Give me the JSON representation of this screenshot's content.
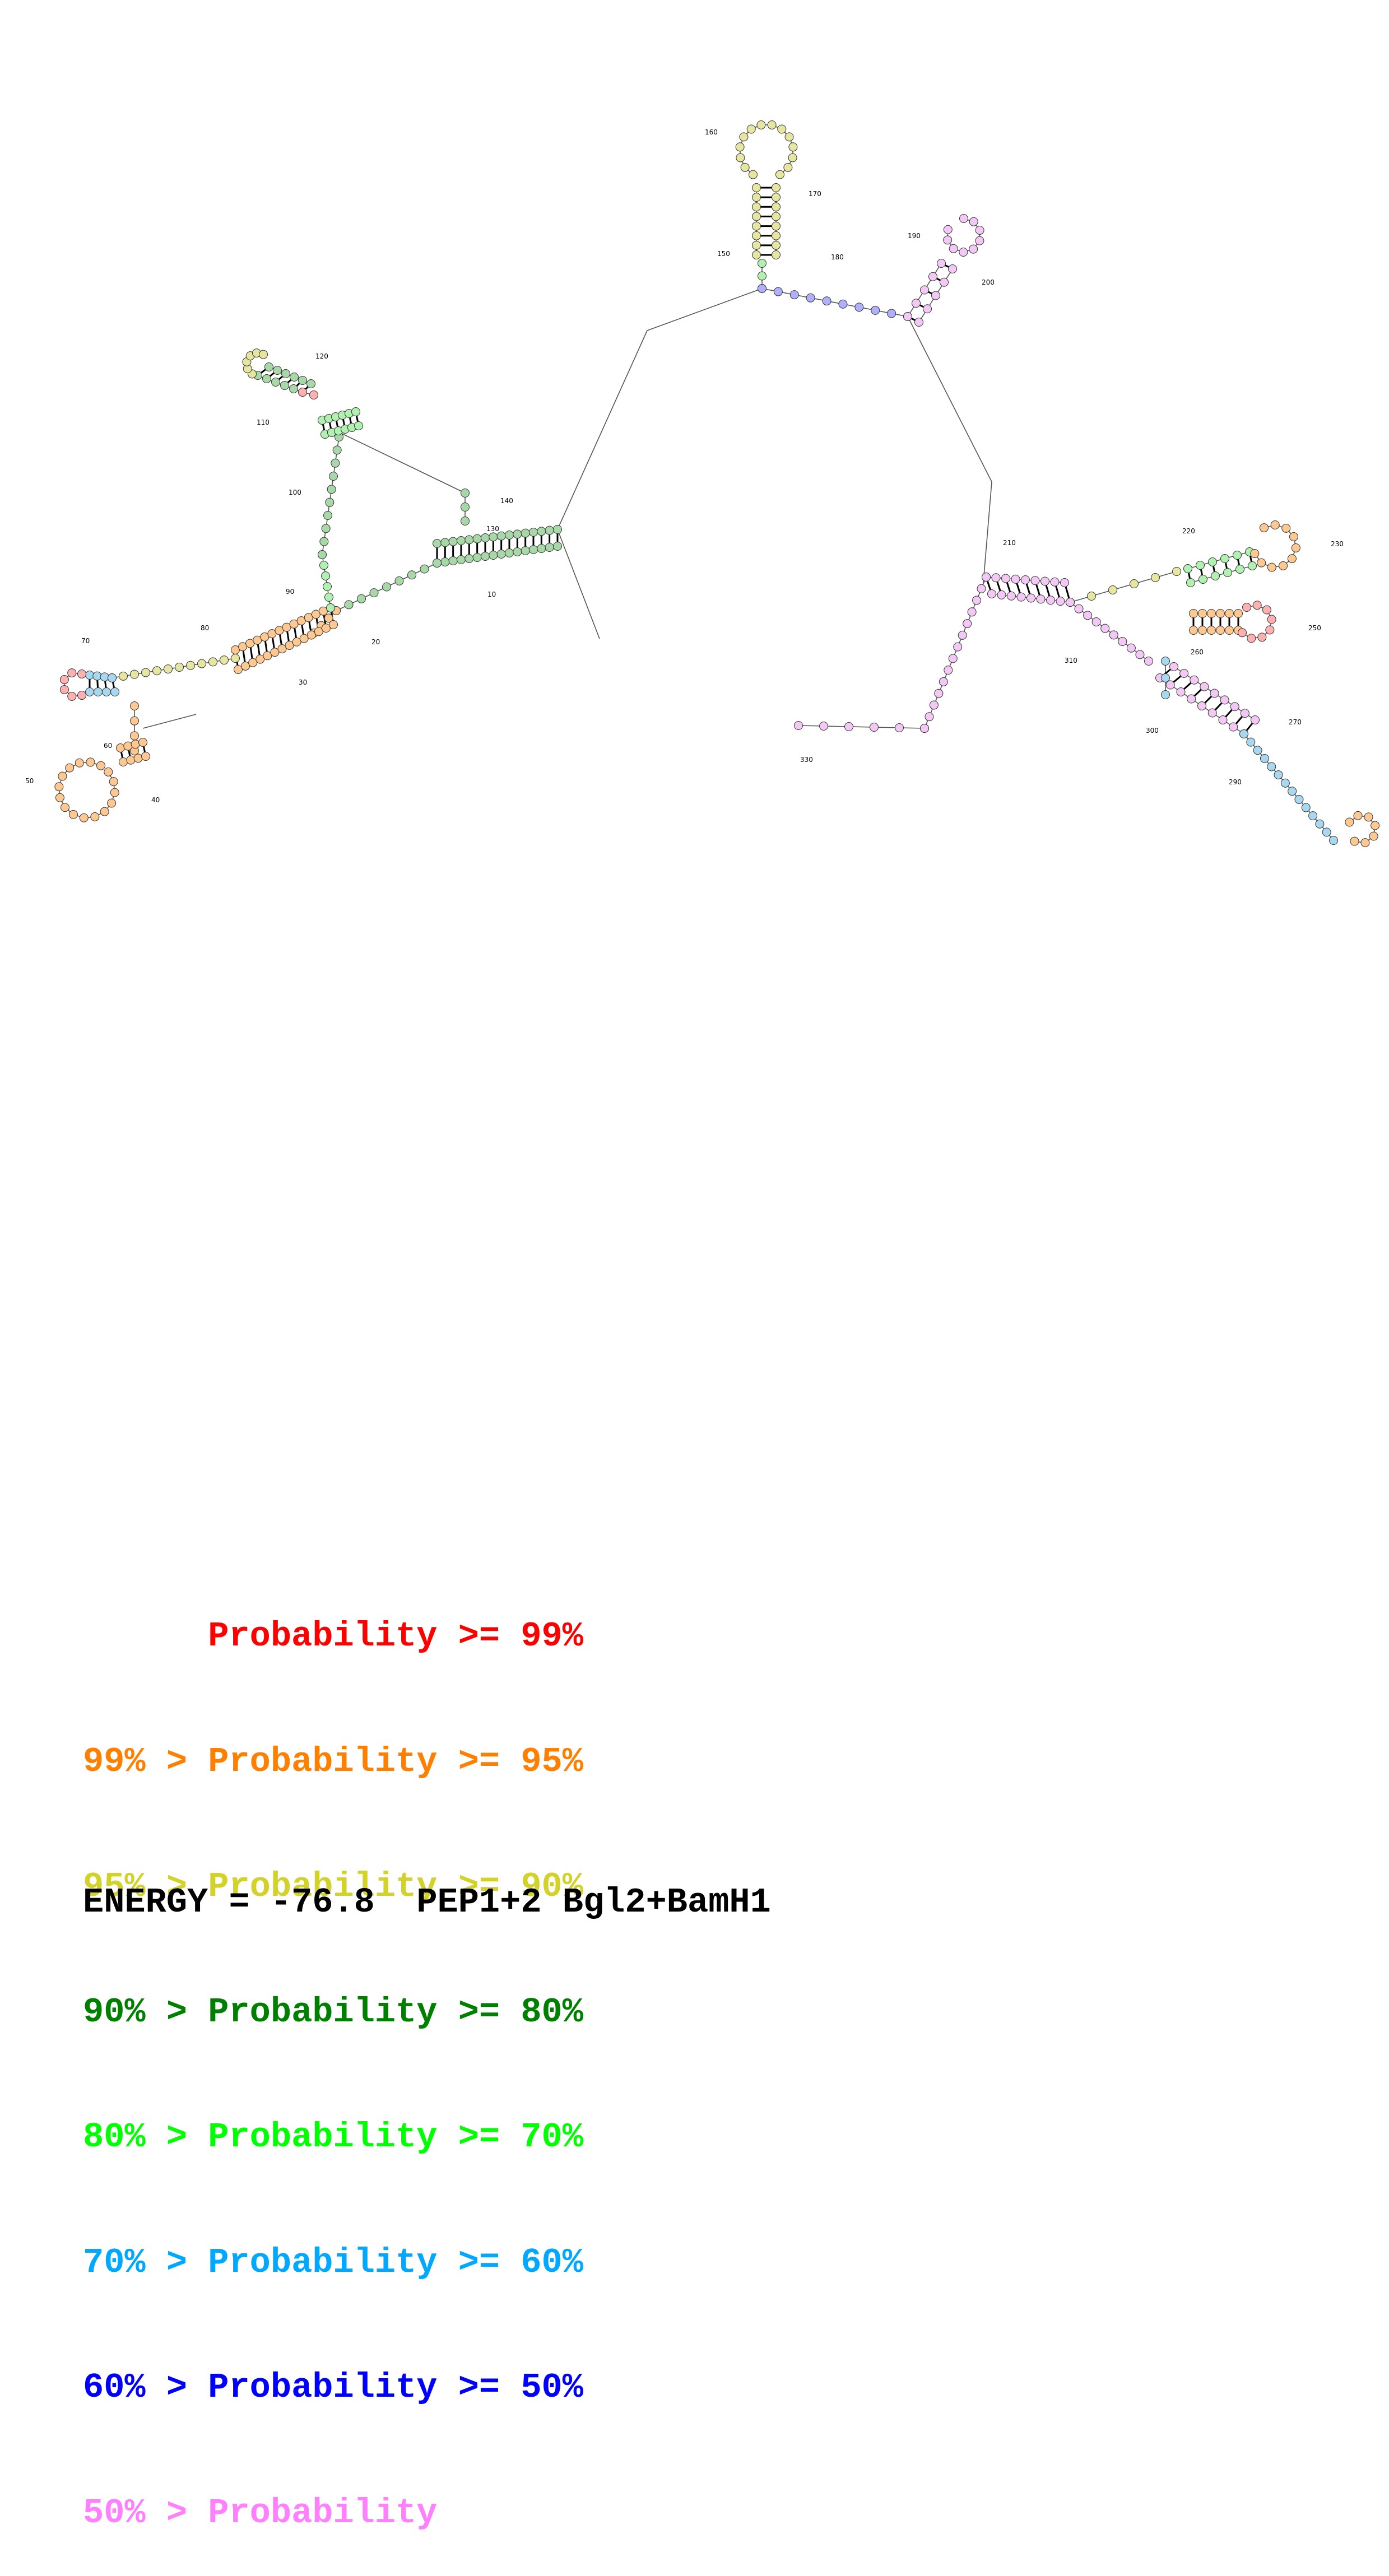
{
  "legend": [
    {
      "prefix": "",
      "label": "Probability >= 99%",
      "color": "#ff0000"
    },
    {
      "prefix": "99% > ",
      "label": "Probability >= 95%",
      "color": "#ff8000"
    },
    {
      "prefix": "95% > ",
      "label": "Probability >= 90%",
      "color": "#d2d22a"
    },
    {
      "prefix": "90% > ",
      "label": "Probability >= 80%",
      "color": "#008000"
    },
    {
      "prefix": "80% > ",
      "label": "Probability >= 70%",
      "color": "#00ff00"
    },
    {
      "prefix": "70% > ",
      "label": "Probability >= 60%",
      "color": "#00a8ff"
    },
    {
      "prefix": "60% > ",
      "label": "Probability >= 50%",
      "color": "#0000ff"
    },
    {
      "prefix": "50% > ",
      "label": "Probability",
      "color": "#ff80ff"
    }
  ],
  "energy_label": "ENERGY = ",
  "energy_value": "-76.8",
  "sequence_name": "PEP1+2 Bgl2+BamH1",
  "position_labels": [
    "10",
    "20",
    "30",
    "40",
    "50",
    "60",
    "70",
    "80",
    "90",
    "100",
    "110",
    "120",
    "130",
    "140",
    "150",
    "160",
    "170",
    "180",
    "190",
    "200",
    "210",
    "220",
    "230",
    "250",
    "260",
    "270",
    "290",
    "300",
    "310",
    "330"
  ]
}
